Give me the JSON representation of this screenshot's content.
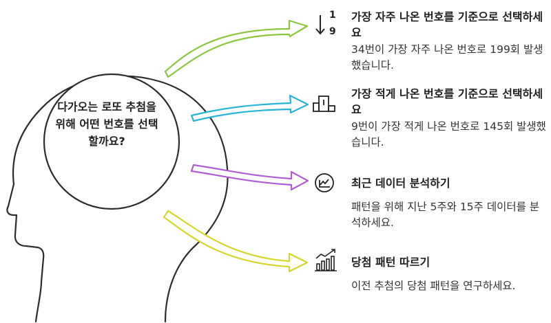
{
  "center_question": "다가오는 로또 추첨을 위해 어떤 번호를 선택할까요?",
  "options": [
    {
      "title": "가장 자주 나온 번호를 기준으로 선택하세요",
      "description": "34번이 가장 자주 나온 번호로 199회 발생했습니다.",
      "icon": "sort-descending-icon",
      "icon_text_top": "1",
      "icon_text_bottom": "9",
      "arrow_color": "#8cc63f"
    },
    {
      "title": "가장 적게 나온 번호를 기준으로 선택하세요",
      "description": "9번이 가장 적게 나온 번호로 145회 발생했습니다.",
      "icon": "podium-icon",
      "arrow_color": "#26b5d8"
    },
    {
      "title": "최근 데이터 분석하기",
      "description": "패턴을 위해 지난 5주와 15주 데이터를 분석하세요.",
      "icon": "line-chart-circle-icon",
      "arrow_color": "#b05cd6"
    },
    {
      "title": "당첨 패턴 따르기",
      "description": "이전 추첨의 당첨 패턴을 연구하세요.",
      "icon": "bar-chart-trend-icon",
      "arrow_color": "#d6d62a"
    }
  ],
  "colors": {
    "outline": "#2b2b2b",
    "text": "#1f1f1f"
  }
}
